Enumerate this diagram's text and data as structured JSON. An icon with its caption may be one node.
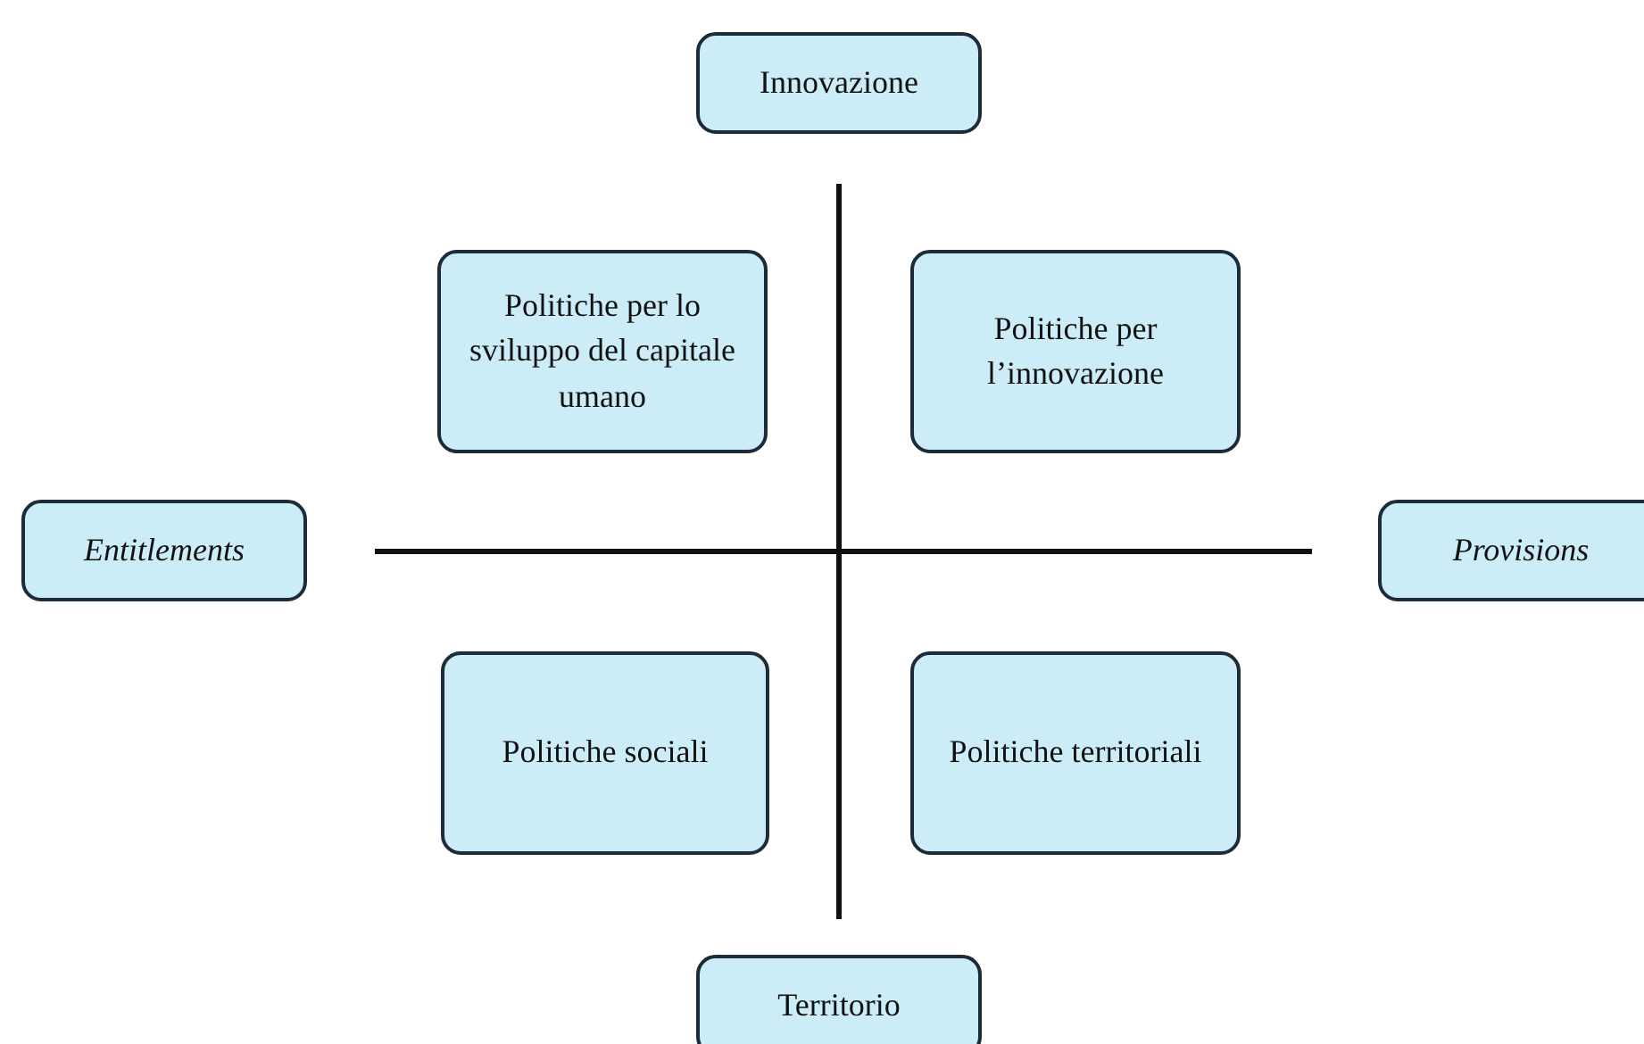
{
  "diagram": {
    "nodes": [
      {
        "text": [
          "Innovazione"
        ]
      },
      {
        "text": [
          "Politiche per lo sviluppo del capitale umano"
        ]
      },
      {
        "text": [
          "Politiche per l’innovazione"
        ]
      },
      {
        "text": [
          "Entitlements"
        ]
      },
      {
        "text": [
          "Provisions"
        ]
      },
      {
        "text": [
          "Politiche sociali"
        ]
      },
      {
        "text": [
          "Politiche territoriali"
        ]
      },
      {
        "text": [
          "Territorio"
        ]
      }
    ]
  }
}
